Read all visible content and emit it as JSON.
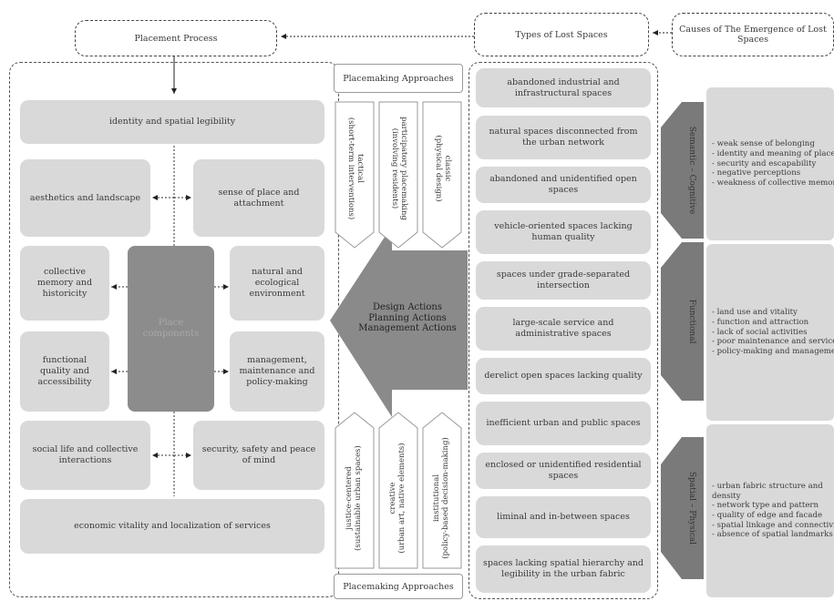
{
  "top": {
    "placement_process": "Placement Process",
    "types_of_lost_spaces": "Types of Lost Spaces",
    "causes": "Causes of The Emergence of Lost Spaces"
  },
  "components": {
    "identity": "identity and spatial legibility",
    "aesthetics": "aesthetics and landscape",
    "sense_of_place": "sense of place and attachment",
    "collective_memory": "collective memory and historicity",
    "natural": "natural and ecological environment",
    "functional": "functional quality and accessibility",
    "management": "management, maintenance and policy-making",
    "social": "social life and collective interactions",
    "security": "security, safety and peace of mind",
    "economic": "economic vitality and localization of services",
    "center": "Place components"
  },
  "approaches": {
    "title_top": "Placemaking Approaches",
    "title_bottom": "Placemaking Approaches",
    "top": [
      {
        "line1": "tactical",
        "line2": "(short-term interventions)"
      },
      {
        "line1": "participatory placemaking",
        "line2": "(involving residents)"
      },
      {
        "line1": "classic",
        "line2": "(physical design)"
      }
    ],
    "bottom": [
      {
        "line1": "justice-centered",
        "line2": "(sustainable urban spaces)"
      },
      {
        "line1": "creative",
        "line2": "(urban art, native elements)"
      },
      {
        "line1": "institutional",
        "line2": "(policy-based decision-making)"
      }
    ],
    "arrow_lines": [
      "Design Actions",
      "Planning Actions",
      "Management Actions"
    ]
  },
  "lost_spaces": [
    "abandoned industrial and infrastructural spaces",
    "natural spaces disconnected from the urban network",
    "abandoned and unidentified open spaces",
    "vehicle-oriented spaces lacking human quality",
    "spaces under grade-separated intersection",
    "large-scale service and administrative spaces",
    "derelict open spaces lacking quality",
    "inefficient urban and public spaces",
    "enclosed or unidentified residential spaces",
    "liminal and in-between spaces",
    "spaces lacking spatial hierarchy and legibility in the urban fabric"
  ],
  "causes": [
    {
      "label": "Semantic – Cognitive",
      "items": [
        "- weak sense of belonging",
        "- identity and meaning of place",
        "- security and escapability",
        "- negative perceptions",
        "- weakness of collective memory"
      ]
    },
    {
      "label": "Functional",
      "items": [
        "- land use and vitality",
        "- function and attraction",
        "- lack of social activities",
        "- poor maintenance and services",
        "- policy-making and management"
      ]
    },
    {
      "label": "Spatial – Physical",
      "items": [
        "- urban fabric structure and",
        "density",
        "- network type and pattern",
        "- quality of edge and facade",
        "- spatial linkage and connectivity",
        "- absence of spatial landmarks"
      ]
    }
  ]
}
